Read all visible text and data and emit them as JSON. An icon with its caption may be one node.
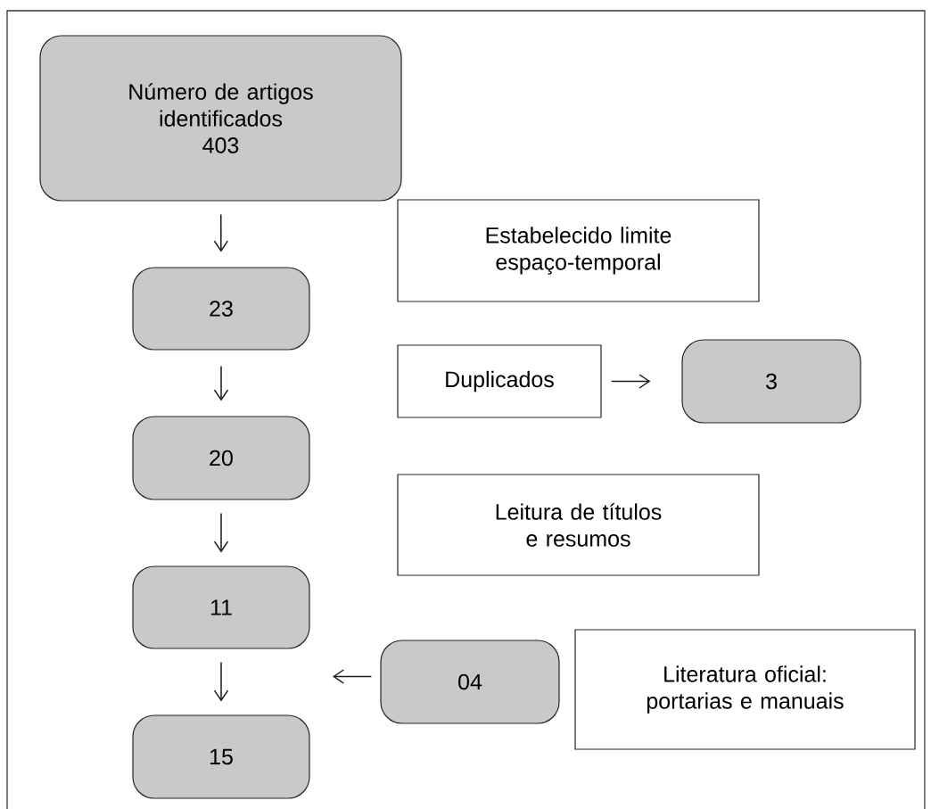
{
  "diagram": {
    "nodes": [
      {
        "text": [
          "Número de artigos identificados",
          "403"
        ]
      },
      {
        "text": [
          "Estabelecido limite espaço-temporal"
        ]
      },
      {
        "text": [
          "23"
        ]
      },
      {
        "text": [
          "Duplicados"
        ]
      },
      {
        "text": [
          "3"
        ]
      },
      {
        "text": [
          "20"
        ]
      },
      {
        "text": [
          "Leitura de títulos e resumos"
        ]
      },
      {
        "text": [
          "11"
        ]
      },
      {
        "text": [
          "04"
        ]
      },
      {
        "text": [
          "Literatura oficial: portarias e manuais"
        ]
      },
      {
        "text": [
          "15"
        ]
      }
    ],
    "edges": [
      {
        "from": 0,
        "to": 2,
        "arrow": "to"
      },
      {
        "from": 2,
        "to": 5,
        "arrow": "to"
      },
      {
        "from": 5,
        "to": 7,
        "arrow": "to"
      },
      {
        "from": 7,
        "to": 10,
        "arrow": "to"
      },
      {
        "from": 3,
        "to": 4,
        "arrow": "to"
      },
      {
        "from": 8,
        "to": null,
        "arrow": "to"
      }
    ]
  }
}
